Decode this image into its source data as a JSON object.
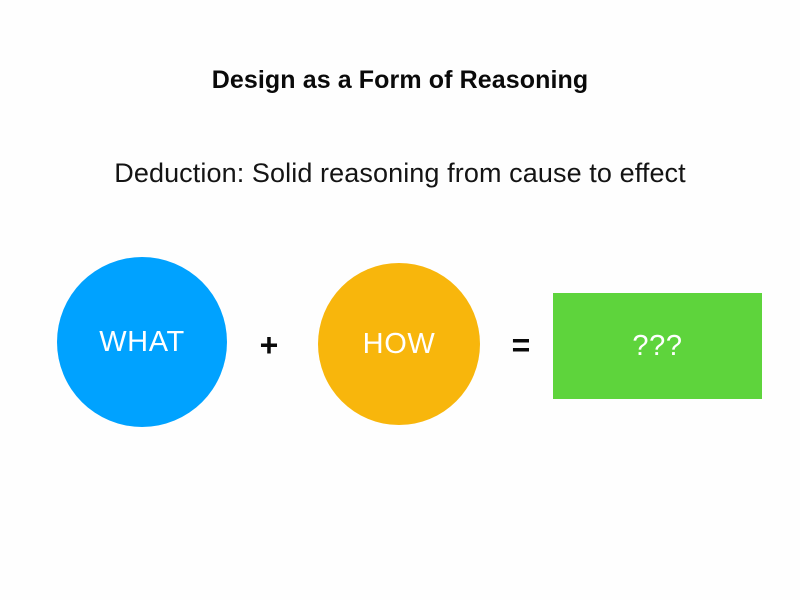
{
  "slide": {
    "title": "Design as a Form of Reasoning",
    "subtitle": "Deduction: Solid reasoning from cause to effect",
    "background_color": "#fefefe",
    "text_color": "#0a0a0a"
  },
  "equation": {
    "terms": [
      {
        "id": "what",
        "label": "WHAT",
        "shape": "circle",
        "fill_color": "#00a2ff",
        "label_color": "#ffffff"
      },
      {
        "id": "how",
        "label": "HOW",
        "shape": "circle",
        "fill_color": "#f8b60c",
        "label_color": "#ffffff"
      },
      {
        "id": "result",
        "label": "???",
        "shape": "rectangle",
        "fill_color": "#5ed43c",
        "label_color": "#ffffff"
      }
    ],
    "operators": [
      {
        "id": "plus",
        "symbol": "+"
      },
      {
        "id": "equals",
        "symbol": "="
      }
    ]
  }
}
